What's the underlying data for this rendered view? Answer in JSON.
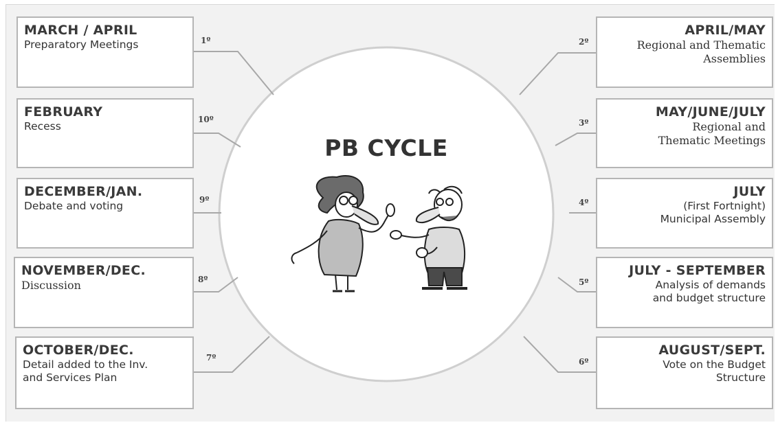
{
  "center_title": "PB CYCLE",
  "steps": [
    {
      "number": "1º",
      "title": "MARCH / APRIL",
      "desc": [
        "Preparatory Meetings"
      ]
    },
    {
      "number": "2º",
      "title": "APRIL/MAY",
      "desc": [
        "Regional and Thematic",
        "Assemblies"
      ]
    },
    {
      "number": "3º",
      "title": "MAY/JUNE/JULY",
      "desc": [
        "Regional and",
        "Thematic Meetings"
      ]
    },
    {
      "number": "4º",
      "title": "JULY",
      "desc": [
        "(First Fortnight)",
        "Municipal Assembly"
      ]
    },
    {
      "number": "5º",
      "title": "JULY - SEPTEMBER",
      "desc": [
        "Analysis of demands",
        "and budget structure"
      ]
    },
    {
      "number": "6º",
      "title": "AUGUST/SEPT.",
      "desc": [
        "Vote on the Budget",
        "Structure"
      ]
    },
    {
      "number": "7º",
      "title": "OCTOBER/DEC.",
      "desc": [
        "Detail added to the Inv.",
        "and Services Plan"
      ]
    },
    {
      "number": "8º",
      "title": "NOVEMBER/DEC.",
      "desc": [
        "Discussion"
      ]
    },
    {
      "number": "9º",
      "title": "DECEMBER/JAN.",
      "desc": [
        "Debate and voting"
      ]
    },
    {
      "number": "10º",
      "title": "FEBRUARY",
      "desc": [
        "Recess"
      ]
    }
  ],
  "colors": {
    "background": "#f2f2f2",
    "box_fill": "#ffffff",
    "box_border": "#b5b5b5",
    "connector": "#a8a8a8",
    "circle": "#cfcfcf",
    "text": "#333333"
  }
}
